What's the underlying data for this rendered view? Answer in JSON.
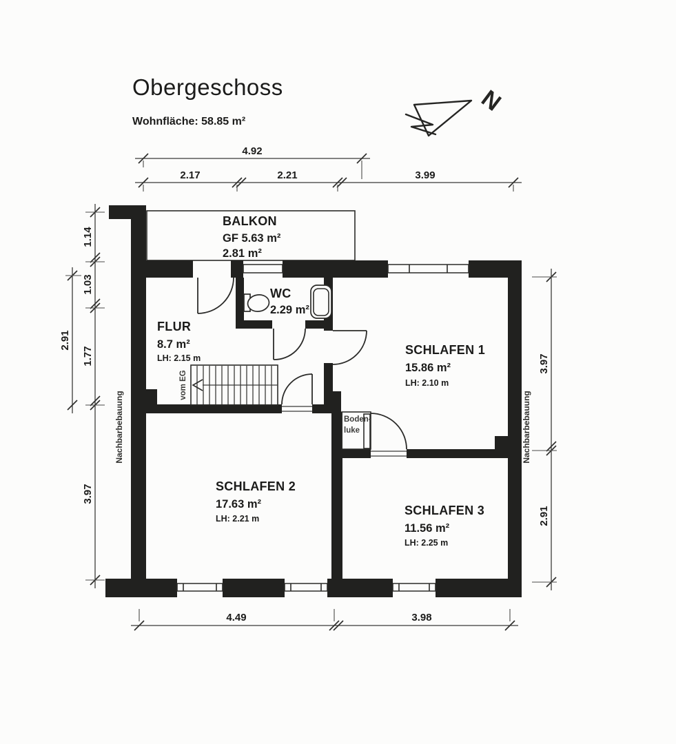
{
  "title": "Obergeschoss",
  "subtitle": "Wohnfläche: 58.85 m²",
  "north": {
    "label": "N"
  },
  "rooms": {
    "balkon": {
      "name": "BALKON",
      "gf": "GF 5.63 m²",
      "area": "2.81 m²"
    },
    "wc": {
      "name": "WC",
      "area": "2.29 m²"
    },
    "flur": {
      "name": "FLUR",
      "area": "8.7 m²",
      "clearance": "LH: 2.15 m"
    },
    "schlafen1": {
      "name": "SCHLAFEN 1",
      "area": "15.86 m²",
      "clearance": "LH: 2.10 m"
    },
    "schlafen2": {
      "name": "SCHLAFEN 2",
      "area": "17.63 m²",
      "clearance": "LH: 2.21 m"
    },
    "schlafen3": {
      "name": "SCHLAFEN 3",
      "area": "11.56 m²",
      "clearance": "LH: 2.25 m"
    }
  },
  "annotations": {
    "stairs_from": "vom EG",
    "hatch_line1": "Boden-",
    "hatch_line2": "luke",
    "neighbor": "Nachbarbebauung"
  },
  "dimensions": {
    "top_overall": "4.92",
    "top_segments": [
      "2.17",
      "2.21",
      "3.99"
    ],
    "left_upper_segments": [
      "1.14",
      "1.03",
      "1.77"
    ],
    "left_outer": "2.91",
    "left_lower": "3.97",
    "right_upper": "3.97",
    "right_lower": "2.91",
    "bottom_segments": [
      "4.49",
      "3.98"
    ]
  },
  "colors": {
    "wall": "#21211f",
    "line": "#2b2b29",
    "text": "#1b1b1a",
    "background": "#fcfcfb"
  }
}
